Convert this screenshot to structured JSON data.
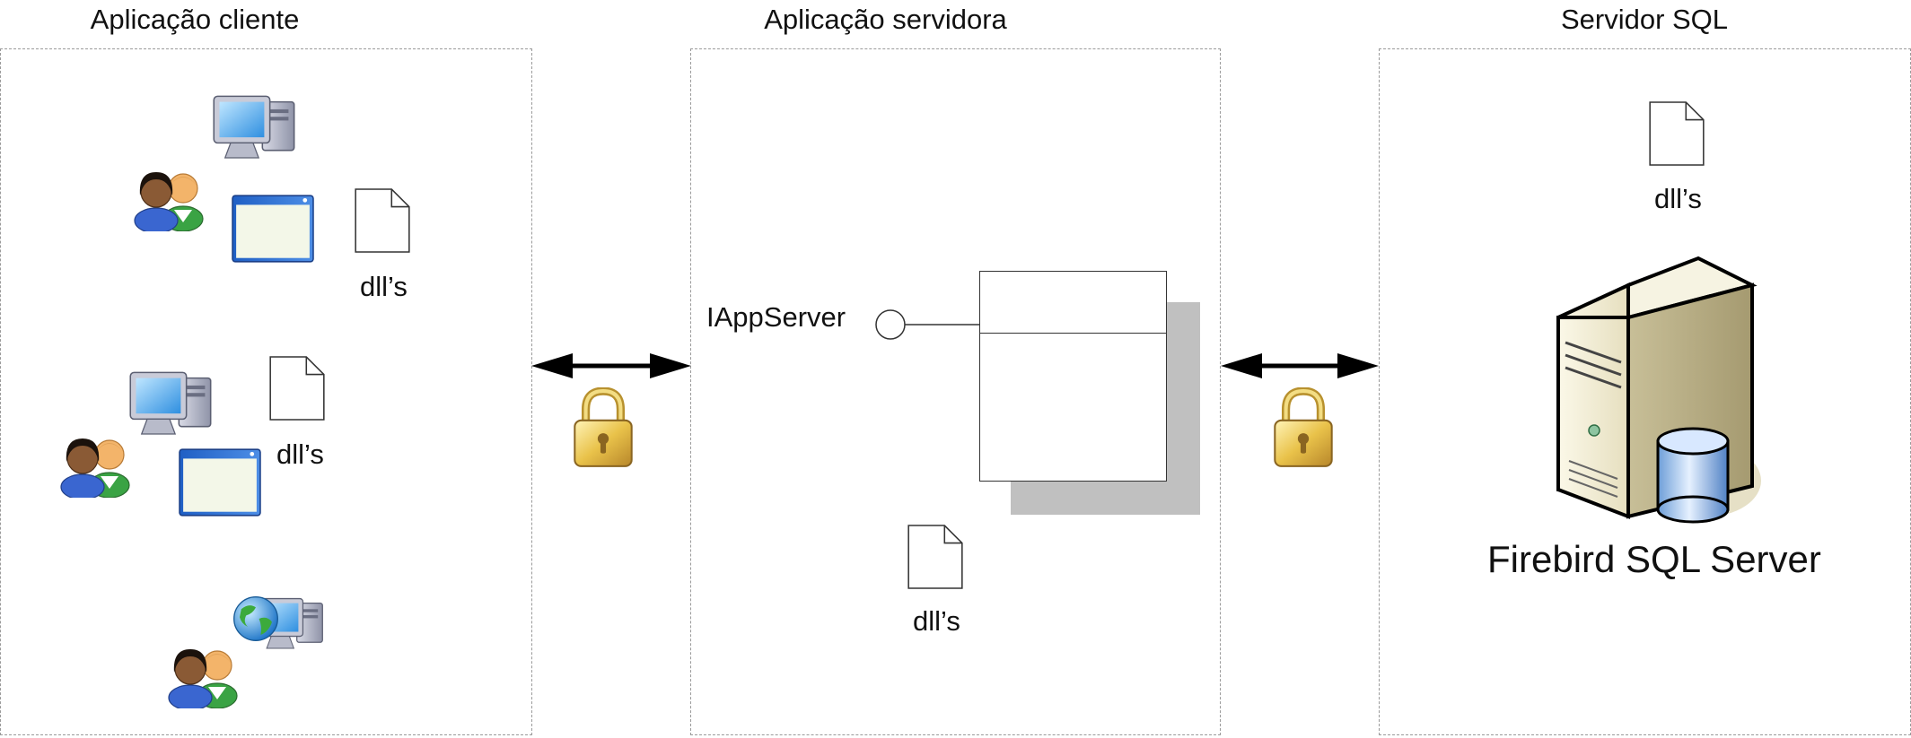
{
  "zones": {
    "client": {
      "title": "Aplicação cliente"
    },
    "server": {
      "title": "Aplicação servidora"
    },
    "sql": {
      "title": "Servidor SQL"
    }
  },
  "client_nodes": [
    {
      "kind": "desktop-app",
      "file_label": "dll’s"
    },
    {
      "kind": "desktop-app",
      "file_label": "dll’s"
    },
    {
      "kind": "web-client"
    }
  ],
  "app_server": {
    "interface_label": "IAppServer",
    "file_label": "dll’s"
  },
  "sql_server": {
    "file_label": "dll’s",
    "name": "Firebird SQL Server"
  },
  "connections": [
    {
      "from": "client",
      "to": "server",
      "secured_icon": "lock-icon"
    },
    {
      "from": "server",
      "to": "sql",
      "secured_icon": "lock-icon"
    }
  ]
}
